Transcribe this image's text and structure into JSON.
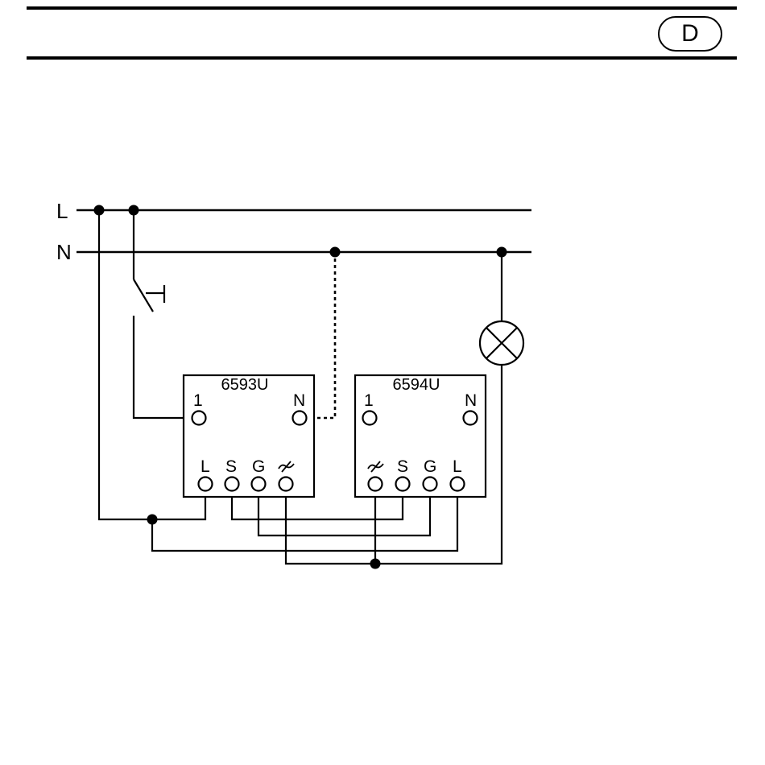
{
  "header": {
    "language_badge": "D"
  },
  "bus_labels": {
    "line": "L",
    "neutral": "N"
  },
  "unit_left": {
    "model": "6593U",
    "top_terminals": [
      "1",
      "N"
    ],
    "bottom_terminals": [
      "L",
      "S",
      "G",
      "~"
    ]
  },
  "unit_right": {
    "model": "6594U",
    "top_terminals": [
      "1",
      "N"
    ],
    "bottom_terminals": [
      "~",
      "S",
      "G",
      "L"
    ]
  },
  "symbols": {
    "switch": "pushbutton-switch-icon",
    "lamp": "lamp-icon",
    "dimmer_terminal": "dimmer-symbol-icon"
  }
}
